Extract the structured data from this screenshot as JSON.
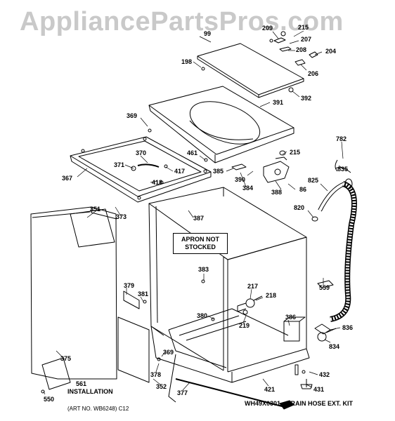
{
  "watermark": "AppliancePartsPros.com",
  "apron_note": [
    "APRON NOT",
    "STOCKED"
  ],
  "installation_note": "INSTALLATION",
  "art_number": "(ART NO. WB6248) C12",
  "kit_note": "WH49X0301 · DRAIN HOSE EXT. KIT",
  "part_labels": {
    "p99": "99",
    "p209": "209",
    "p215a": "215",
    "p207": "207",
    "p208": "208",
    "p204": "204",
    "p206": "206",
    "p198": "198",
    "p392": "392",
    "p391": "391",
    "p369a": "369",
    "p782": "782",
    "p461": "461",
    "p215b": "215",
    "p370": "370",
    "p371": "371",
    "p417": "417",
    "p835": "835",
    "p385": "385",
    "p390": "390",
    "p367": "367",
    "p418": "418",
    "p384": "384",
    "p825": "825",
    "p388": "388",
    "p86": "86",
    "p820": "820",
    "p351": "351",
    "p387": "387",
    "p373": "373",
    "p383": "383",
    "p559": "559",
    "p217": "217",
    "p379": "379",
    "p218": "218",
    "p381": "381",
    "p386": "386",
    "p380": "380",
    "p219": "219",
    "p836": "836",
    "p834": "834",
    "p375": "375",
    "p369b": "369",
    "p378": "378",
    "p432": "432",
    "p561": "561",
    "p352": "352",
    "p377": "377",
    "p421": "421",
    "p431": "431",
    "p550": "550"
  },
  "colors": {
    "line": "#000000",
    "watermark": "#c9c9c9",
    "paper": "#ffffff"
  }
}
